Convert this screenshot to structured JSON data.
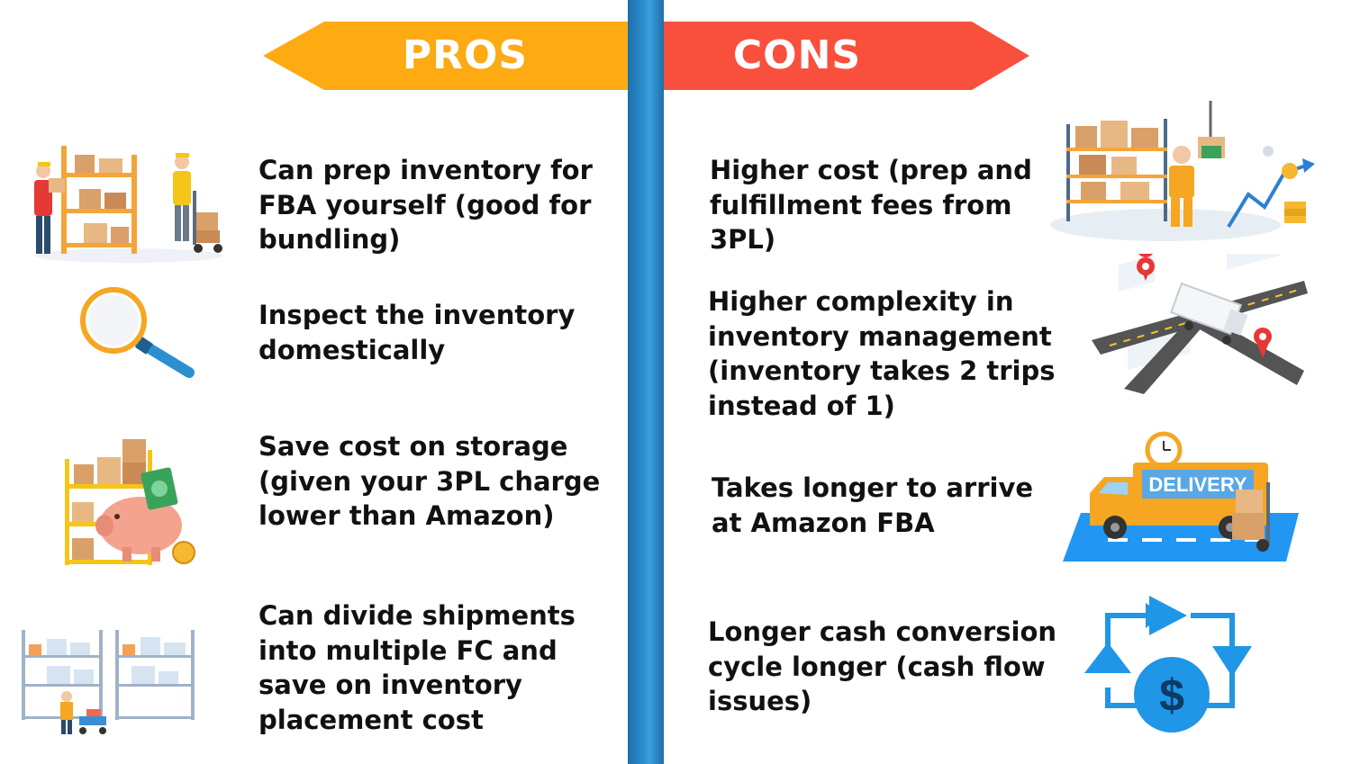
{
  "pros": {
    "title": "PROS",
    "color": "#fdaa13",
    "items": [
      {
        "text": "Can prep inventory for FBA yourself (good for bundling)",
        "icon": "warehouse-workers-icon"
      },
      {
        "text": "Inspect the inventory domestically",
        "icon": "magnifying-glass-icon"
      },
      {
        "text": "Save cost on storage (given your 3PL charge lower than Amazon)",
        "icon": "piggy-bank-storage-icon"
      },
      {
        "text": "Can divide shipments into multiple FC and save on inventory placement cost",
        "icon": "multiple-warehouses-icon"
      }
    ]
  },
  "cons": {
    "title": "CONS",
    "color": "#f8503c",
    "items": [
      {
        "text": "Higher cost (prep and fulfillment fees from 3PL)",
        "icon": "rising-cost-warehouse-icon"
      },
      {
        "text": "Higher complexity in inventory management (inventory takes 2 trips instead of 1)",
        "icon": "delivery-route-icon"
      },
      {
        "text": "Takes longer to arrive at Amazon FBA",
        "icon": "delivery-truck-icon"
      },
      {
        "text": "Longer cash conversion cycle longer (cash flow issues)",
        "icon": "cash-cycle-icon"
      }
    ]
  },
  "truck_label": "DELIVERY",
  "divider_color": "#2b8fd0"
}
